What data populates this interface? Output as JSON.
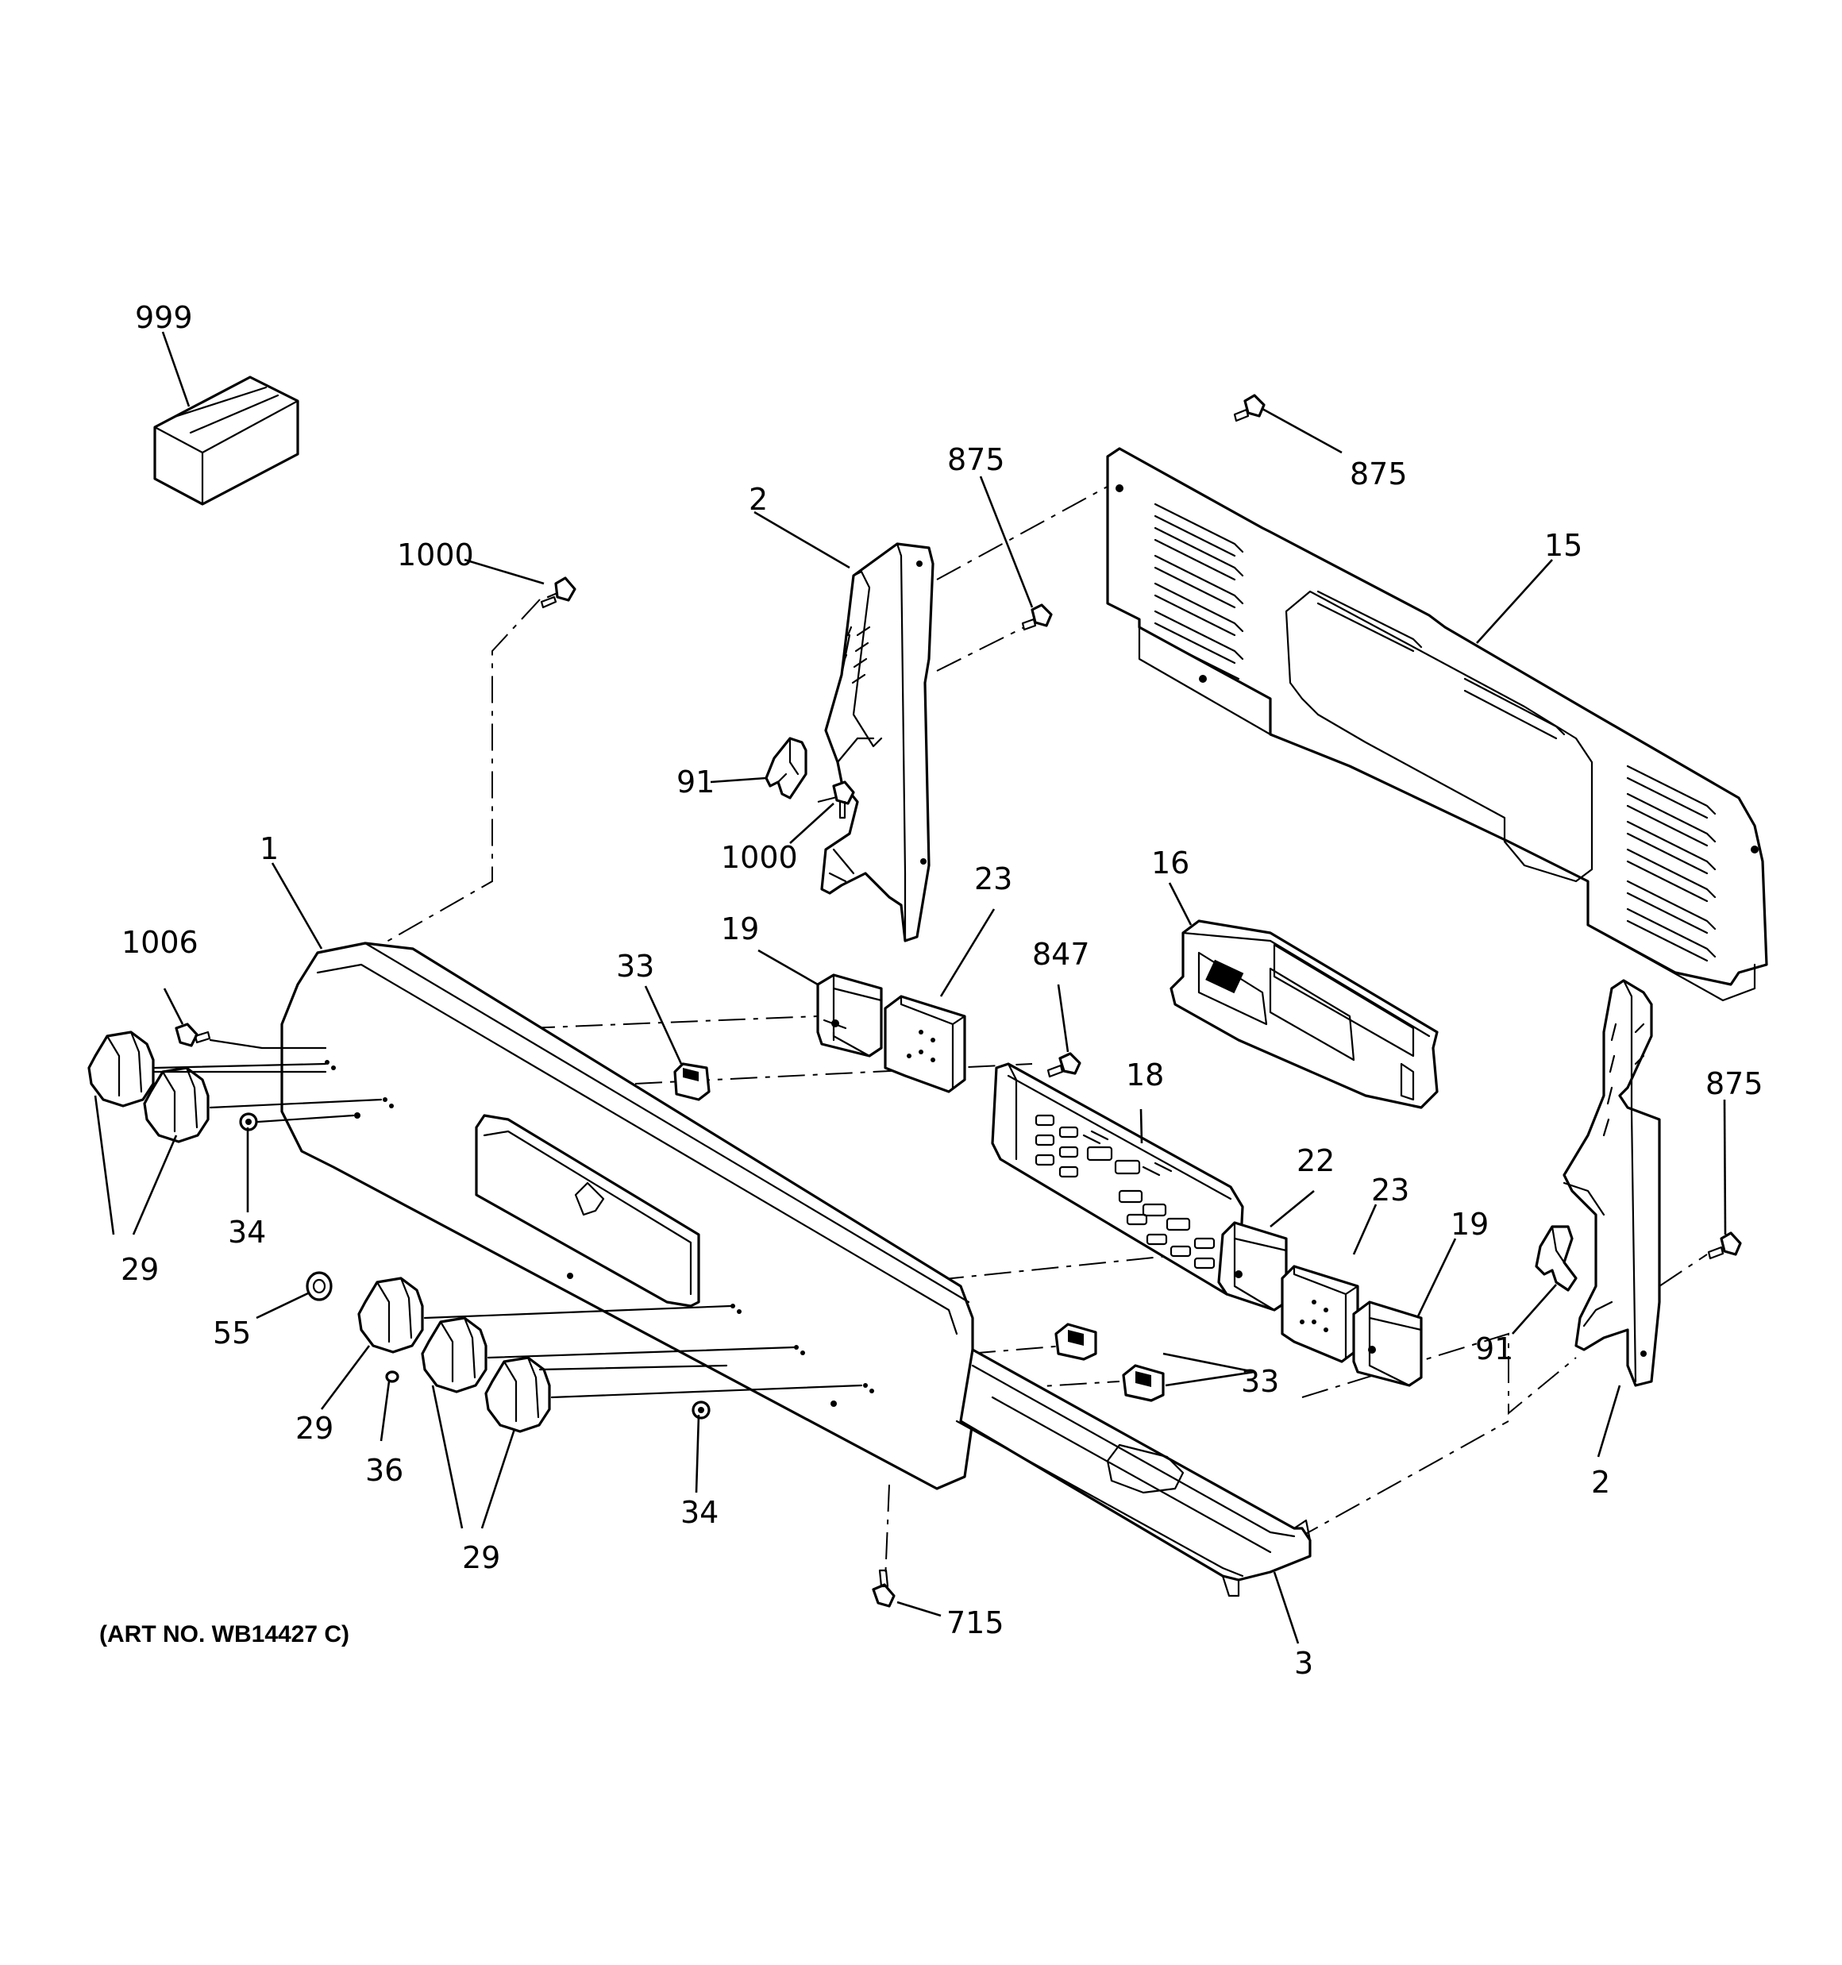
{
  "art_number": "(ART NO. WB14427 C)",
  "callouts": [
    {
      "id": "c999",
      "label": "999"
    },
    {
      "id": "c875a",
      "label": "875"
    },
    {
      "id": "c875b",
      "label": "875"
    },
    {
      "id": "c875c",
      "label": "875"
    },
    {
      "id": "c2a",
      "label": "2"
    },
    {
      "id": "c2b",
      "label": "2"
    },
    {
      "id": "c15",
      "label": "15"
    },
    {
      "id": "c1000a",
      "label": "1000"
    },
    {
      "id": "c1000b",
      "label": "1000"
    },
    {
      "id": "c91a",
      "label": "91"
    },
    {
      "id": "c91b",
      "label": "91"
    },
    {
      "id": "c1",
      "label": "1"
    },
    {
      "id": "c16",
      "label": "16"
    },
    {
      "id": "c1006",
      "label": "1006"
    },
    {
      "id": "c23a",
      "label": "23"
    },
    {
      "id": "c23b",
      "label": "23"
    },
    {
      "id": "c19a",
      "label": "19"
    },
    {
      "id": "c19b",
      "label": "19"
    },
    {
      "id": "c33a",
      "label": "33"
    },
    {
      "id": "c33b",
      "label": "33"
    },
    {
      "id": "c847",
      "label": "847"
    },
    {
      "id": "c18",
      "label": "18"
    },
    {
      "id": "c22",
      "label": "22"
    },
    {
      "id": "c34a",
      "label": "34"
    },
    {
      "id": "c34b",
      "label": "34"
    },
    {
      "id": "c29a",
      "label": "29"
    },
    {
      "id": "c29b",
      "label": "29"
    },
    {
      "id": "c29c",
      "label": "29"
    },
    {
      "id": "c55",
      "label": "55"
    },
    {
      "id": "c36",
      "label": "36"
    },
    {
      "id": "c715",
      "label": "715"
    },
    {
      "id": "c3",
      "label": "3"
    }
  ]
}
